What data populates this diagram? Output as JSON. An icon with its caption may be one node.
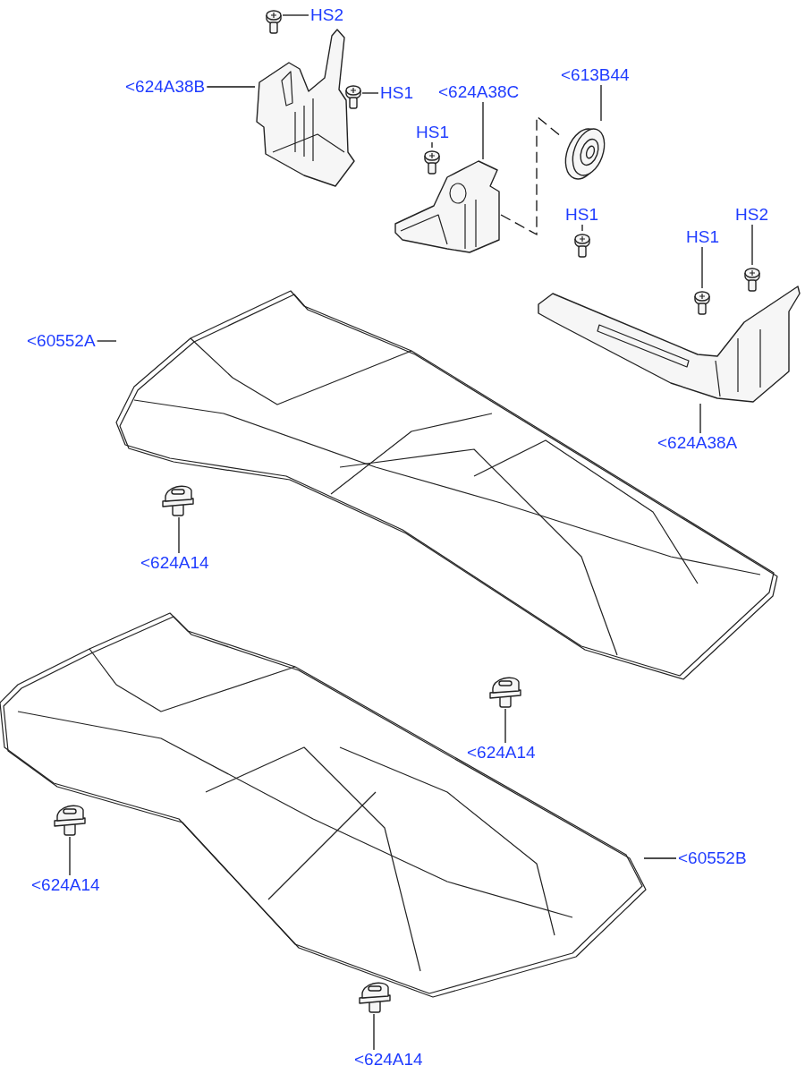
{
  "diagram": {
    "nodes": [
      {
        "text": [
          "HS2"
        ]
      },
      {
        "text": [],
        "shape": "picture"
      },
      {
        "text": [
          "<624A38B"
        ]
      },
      {
        "text": [],
        "shape": "picture"
      },
      {
        "text": [
          "HS1"
        ]
      },
      {
        "text": [],
        "shape": "picture"
      },
      {
        "text": [
          "<624A38C"
        ]
      },
      {
        "text": [],
        "shape": "picture"
      },
      {
        "text": [
          "<613B44"
        ]
      },
      {
        "text": [],
        "shape": "picture"
      },
      {
        "text": [
          "HS1"
        ]
      },
      {
        "text": [],
        "shape": "picture"
      },
      {
        "text": [
          "HS1"
        ]
      },
      {
        "text": [],
        "shape": "picture"
      },
      {
        "text": [
          "HS2"
        ]
      },
      {
        "text": [],
        "shape": "picture"
      },
      {
        "text": [
          "HS1"
        ]
      },
      {
        "text": [],
        "shape": "picture"
      },
      {
        "text": [
          "<60552A"
        ]
      },
      {
        "text": [],
        "shape": "picture"
      },
      {
        "text": [
          "<624A38A"
        ]
      },
      {
        "text": [],
        "shape": "picture"
      },
      {
        "text": [
          "<624A14"
        ]
      },
      {
        "text": [],
        "shape": "picture"
      },
      {
        "text": [
          "<624A14"
        ]
      },
      {
        "text": [],
        "shape": "picture"
      },
      {
        "text": [
          "<624A14"
        ]
      },
      {
        "text": [],
        "shape": "picture"
      },
      {
        "text": [
          "<60552B"
        ]
      },
      {
        "text": [],
        "shape": "picture"
      },
      {
        "text": [
          "<624A14"
        ]
      },
      {
        "text": [],
        "shape": "picture"
      }
    ],
    "edges": [
      {
        "from": 0,
        "to": 1,
        "arrow": "none"
      },
      {
        "from": 2,
        "to": 3,
        "arrow": "none"
      },
      {
        "from": 4,
        "to": 5,
        "arrow": "none"
      },
      {
        "from": 6,
        "to": 7,
        "arrow": "none"
      },
      {
        "from": 8,
        "to": 9,
        "arrow": "none"
      },
      {
        "from": 7,
        "to": 9,
        "arrow": "none",
        "style": "dashed"
      },
      {
        "from": 10,
        "to": 11,
        "arrow": "none"
      },
      {
        "from": 12,
        "to": 13,
        "arrow": "none"
      },
      {
        "from": 14,
        "to": 15,
        "arrow": "none"
      },
      {
        "from": 16,
        "to": 17,
        "arrow": "none"
      },
      {
        "from": 18,
        "to": 19,
        "arrow": "none"
      },
      {
        "from": 20,
        "to": 21,
        "arrow": "none"
      },
      {
        "from": 22,
        "to": 23,
        "arrow": "none"
      },
      {
        "from": 24,
        "to": 25,
        "arrow": "none"
      },
      {
        "from": 26,
        "to": 27,
        "arrow": "none"
      },
      {
        "from": 28,
        "to": 29,
        "arrow": "none"
      },
      {
        "from": 30,
        "to": 31,
        "arrow": "none"
      }
    ]
  }
}
